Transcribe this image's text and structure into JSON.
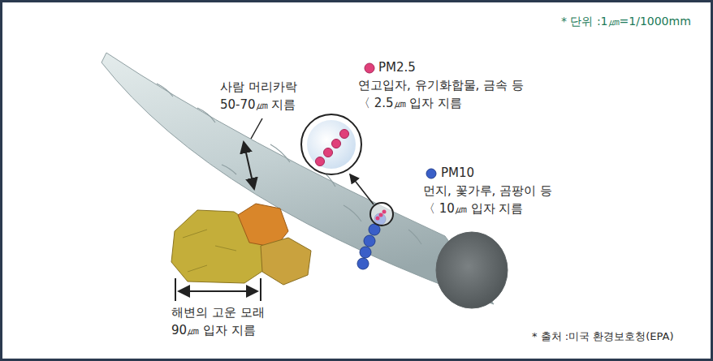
{
  "diagram": {
    "labels": [
      "* 단위 :1㎛=1/1000mm",
      "사람 머리카락",
      "50-70㎛ 지름",
      "PM2.5",
      "연고입자, 유기화합물, 금속 등",
      "〈 2.5㎛ 입자 지름",
      "PM10",
      "먼지, 꽃가루, 곰팡이 등",
      "〈 10㎛ 입자 지름",
      "해변의 고운 모래",
      "90㎛ 입자 지름",
      "* 출처 :미국 환경보호청(EPA)"
    ]
  }
}
